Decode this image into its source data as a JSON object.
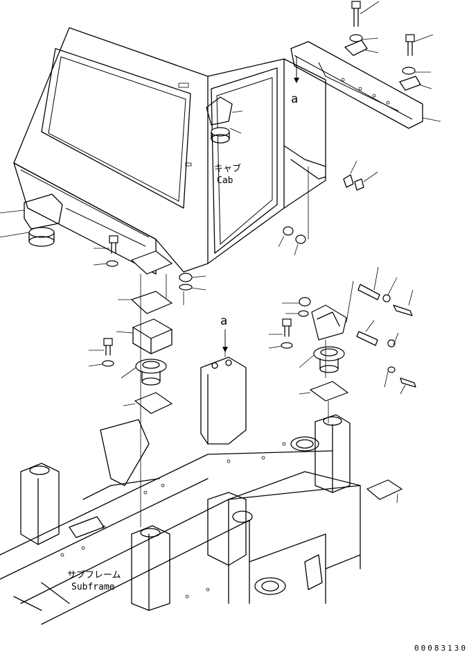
{
  "labels": {
    "cab_jp": "キャブ",
    "cab_en": "Cab",
    "subframe_jp": "サブフレーム",
    "subframe_en": "Subframe",
    "ref_a_top": "a",
    "ref_a_bottom": "a"
  },
  "drawing_code": "00083130"
}
